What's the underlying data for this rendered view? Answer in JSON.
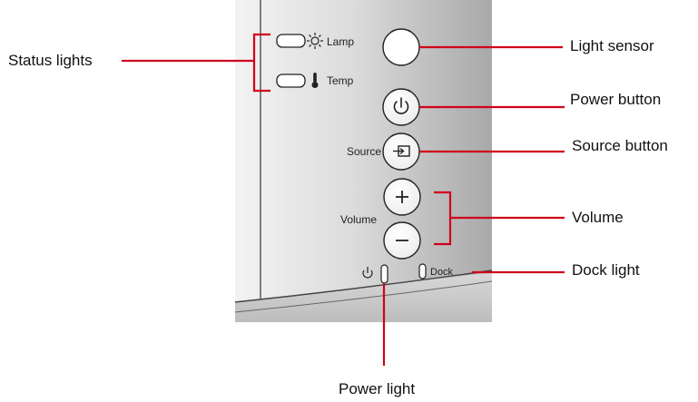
{
  "panel": {
    "lamp_label": "Lamp",
    "temp_label": "Temp",
    "source_label": "Source",
    "volume_label": "Volume",
    "dock_label": "Dock"
  },
  "callouts": {
    "status_lights": "Status lights",
    "light_sensor": "Light sensor",
    "power_button": "Power button",
    "source_button": "Source button",
    "volume": "Volume",
    "dock_light": "Dock light",
    "power_light": "Power light"
  },
  "colors": {
    "leader_line": "#d0021b",
    "panel_light": "#f0f0f0",
    "panel_dark": "#a8a8a8"
  },
  "icons": [
    "sun-icon",
    "thermometer-icon",
    "power-icon",
    "source-icon",
    "plus-icon",
    "minus-icon"
  ]
}
